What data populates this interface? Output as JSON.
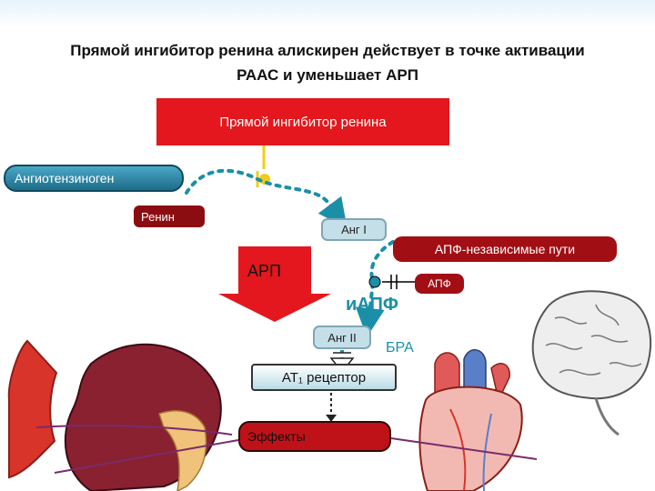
{
  "title": {
    "line1": "Прямой ингибитор ренина алискирен действует в точке активации",
    "line2": "РААС и уменьшает АРП"
  },
  "nodes": {
    "renin_inhibitor": "Прямой ингибитор ренина",
    "angiotensinogen": "Ангиотензиноген",
    "renin": "Ренин",
    "ang1": "Анг I",
    "ace_independent": "АПФ-независимые пути",
    "arp": "АРП",
    "ace": "АПФ",
    "ace_inhibitor": "иАПФ",
    "ang2": "Анг II",
    "arb": "БРА",
    "at1_receptor": "AT₁ рецептор",
    "effects": "Эффекты"
  },
  "colors": {
    "red": "#e3171d",
    "dark_red": "#a10e14",
    "teal": "#1b8fa8",
    "yellow": "#f2cc1b"
  }
}
